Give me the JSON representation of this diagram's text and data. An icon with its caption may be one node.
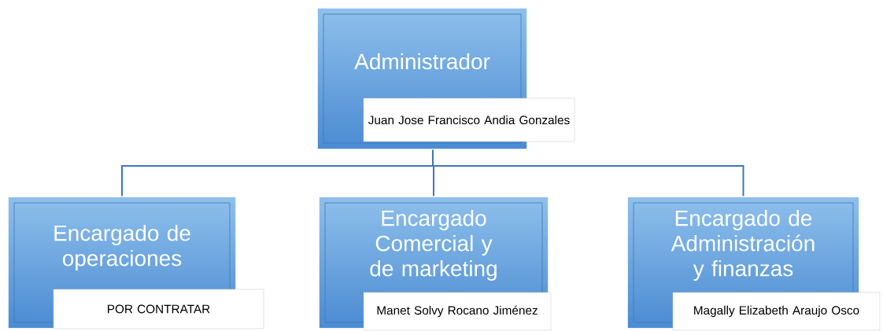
{
  "diagram": {
    "nodes": [
      {
        "text": [
          "Administrador",
          "Juan Jose Francisco Andia Gonzales"
        ]
      },
      {
        "text": [
          "Encargado de operaciones",
          "POR CONTRATAR"
        ]
      },
      {
        "text": [
          "Encargado Comercial y de marketing",
          "Manet Solvy Rocano Jiménez"
        ]
      },
      {
        "text": [
          "Encargado de Administración y finanzas",
          "Magally Elizabeth Araujo Osco"
        ]
      }
    ],
    "edges": [
      {
        "from": 0,
        "to": 1,
        "arrow": "none"
      },
      {
        "from": 0,
        "to": 2,
        "arrow": "none"
      },
      {
        "from": 0,
        "to": 3,
        "arrow": "none"
      }
    ]
  }
}
